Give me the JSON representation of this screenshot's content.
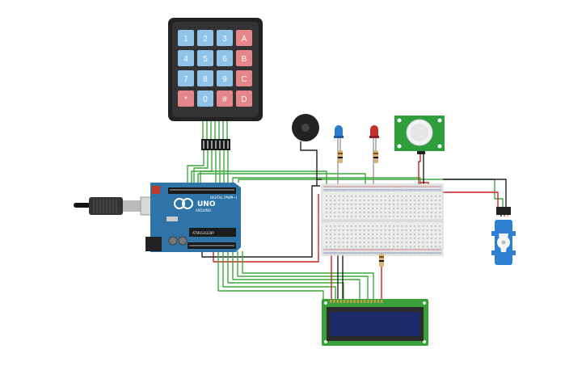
{
  "keypad": {
    "keys": [
      {
        "label": "1",
        "kind": "num"
      },
      {
        "label": "2",
        "kind": "num"
      },
      {
        "label": "3",
        "kind": "num"
      },
      {
        "label": "A",
        "kind": "letter"
      },
      {
        "label": "4",
        "kind": "num"
      },
      {
        "label": "5",
        "kind": "num"
      },
      {
        "label": "6",
        "kind": "num"
      },
      {
        "label": "B",
        "kind": "letter"
      },
      {
        "label": "7",
        "kind": "num"
      },
      {
        "label": "8",
        "kind": "num"
      },
      {
        "label": "9",
        "kind": "num"
      },
      {
        "label": "C",
        "kind": "letter"
      },
      {
        "label": "*",
        "kind": "letter"
      },
      {
        "label": "0",
        "kind": "num"
      },
      {
        "label": "#",
        "kind": "letter"
      },
      {
        "label": "D",
        "kind": "letter"
      }
    ],
    "num_color": "#8fc4e8",
    "letter_color": "#e4868a"
  },
  "arduino": {
    "board_label": "UNO",
    "brand_label": "ARDUINO",
    "header_label": "DIGITAL (PWM~)",
    "chip_label": "ATMEGA328P",
    "board_color": "#2f74a8"
  },
  "colors": {
    "wire_green": "#3ca83c",
    "wire_red": "#cc2222",
    "wire_black": "#222222",
    "led_blue": "#2a7ad0",
    "led_red": "#c0332b",
    "pcb_green": "#2e9e3c",
    "lcd_frame": "#3aa03a",
    "lcd_screen": "#1c2a6b",
    "servo_blue": "#2f7fd2"
  },
  "components": [
    "keypad",
    "arduino",
    "buzzer",
    "led-blue",
    "led-red",
    "pir-sensor",
    "breadboard",
    "servo",
    "lcd"
  ]
}
